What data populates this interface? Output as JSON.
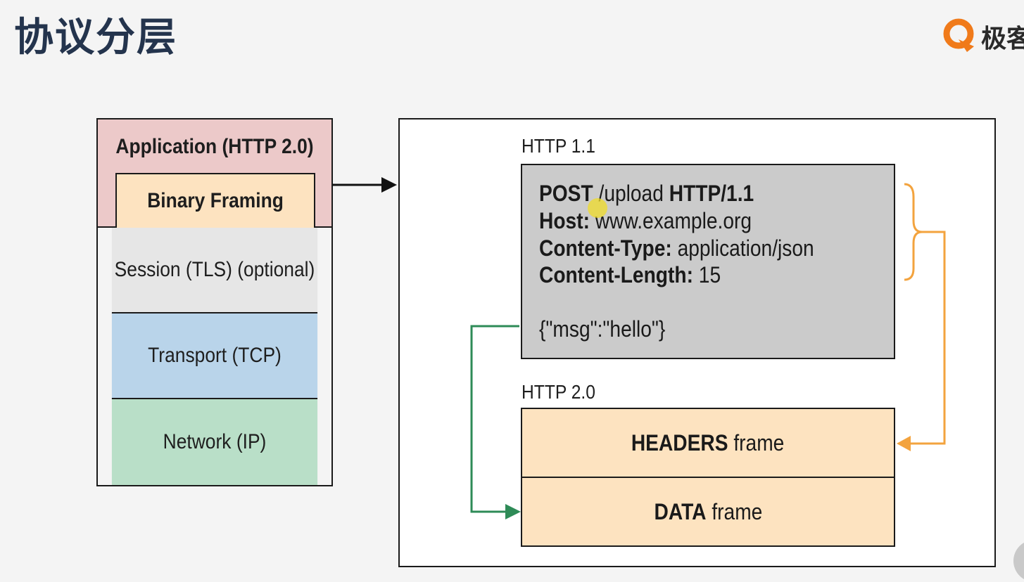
{
  "slide": {
    "title": "协议分层",
    "logo_text": "极客"
  },
  "stack": {
    "application": "Application (HTTP 2.0)",
    "binary_framing": "Binary Framing",
    "session": "Session (TLS) (optional)",
    "transport": "Transport (TCP)",
    "network": "Network (IP)"
  },
  "http11": {
    "label": "HTTP 1.1",
    "request": {
      "method": "POST",
      "path": " /upload ",
      "version": "HTTP/1.1",
      "host_key": "Host:",
      "host_value": " www.example.org",
      "ctype_key": "Content-Type:",
      "ctype_value": " application/json",
      "clen_key": "Content-Length:",
      "clen_value": " 15",
      "body": "{\"msg\":\"hello\"}"
    }
  },
  "http20": {
    "label": "HTTP 2.0",
    "headers_bold": "HEADERS",
    "headers_rest": " frame",
    "data_bold": "DATA",
    "data_rest": " frame"
  },
  "colors": {
    "title": "#24344d",
    "application": "#ecc9c9",
    "binary_framing": "#fde3c0",
    "session": "#e6e6e6",
    "transport": "#b9d4ea",
    "network": "#b9dfc8",
    "request_box": "#cbcbcb",
    "frame": "#fde3c0",
    "headers_arrow": "#f3a33e",
    "data_arrow": "#2e8b57",
    "logo_orange": "#f07a1a"
  }
}
